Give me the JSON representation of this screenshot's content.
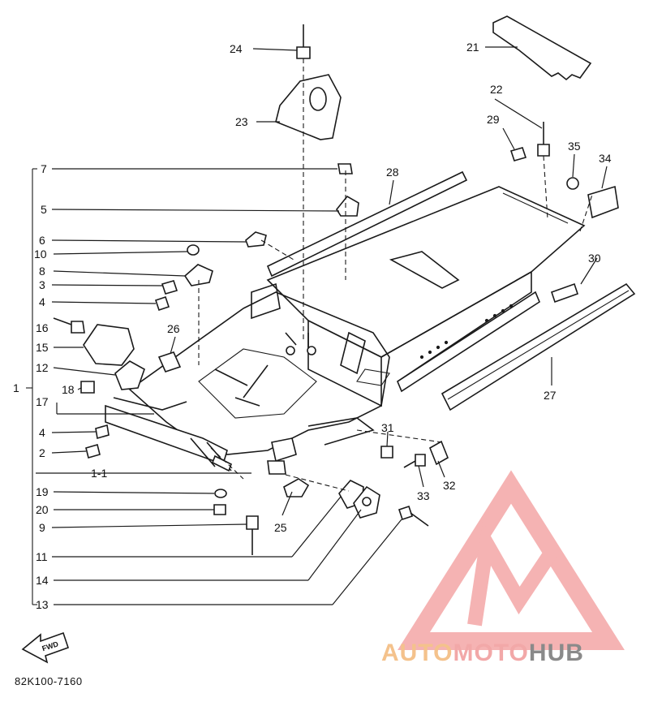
{
  "diagram": {
    "catalog_code": "82K100-7160",
    "fwd_label": "FWD",
    "watermark": {
      "part1": "AUTO",
      "part2": "MOTO",
      "part3": "HUB"
    },
    "colors": {
      "ink": "#1a1a1a",
      "watermark_red": "#f29a9a",
      "watermark_orange": "#f4c28c",
      "watermark_gray": "#8a8a8a"
    },
    "callouts": {
      "c1": "1",
      "c1_1": "1-1",
      "c2": "2",
      "c3": "3",
      "c4a": "4",
      "c4b": "4",
      "c5": "5",
      "c6": "6",
      "c7": "7",
      "c8": "8",
      "c9": "9",
      "c10": "10",
      "c11": "11",
      "c12": "12",
      "c13": "13",
      "c14": "14",
      "c15": "15",
      "c16": "16",
      "c17": "17",
      "c18": "18",
      "c19": "19",
      "c20": "20",
      "c21": "21",
      "c22": "22",
      "c23": "23",
      "c24": "24",
      "c25": "25",
      "c26": "26",
      "c27": "27",
      "c28": "28",
      "c29": "29",
      "c30": "30",
      "c31": "31",
      "c32": "32",
      "c33": "33",
      "c34": "34",
      "c35": "35"
    }
  }
}
